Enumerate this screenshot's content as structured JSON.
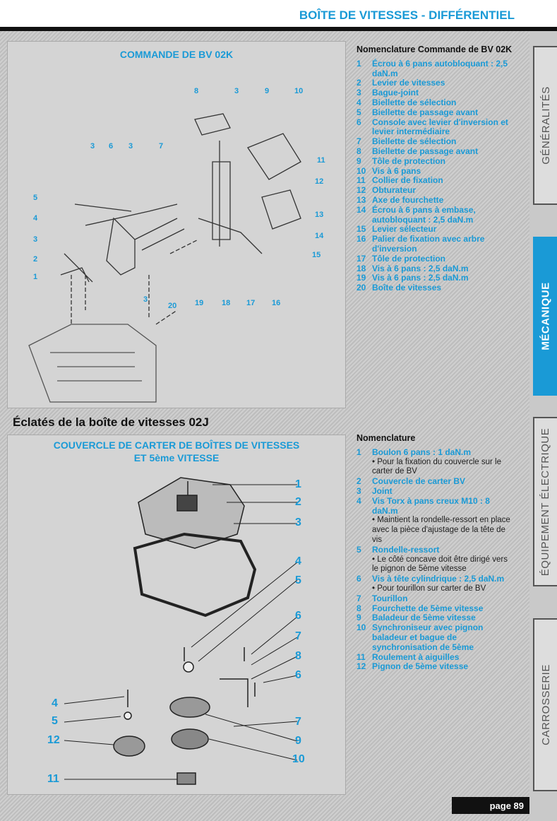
{
  "header": {
    "title": "BOÎTE DE VITESSES - DIFFÉRENTIEL"
  },
  "diagram1": {
    "title": "COMMANDE DE BV 02K",
    "callouts": [
      "8",
      "3",
      "9",
      "10",
      "11",
      "12",
      "13",
      "14",
      "15",
      "16",
      "17",
      "18",
      "19",
      "20",
      "3",
      "1",
      "2",
      "3",
      "4",
      "5",
      "3",
      "6",
      "3",
      "7"
    ]
  },
  "section2": {
    "heading": "Éclatés de la boîte de vitesses 02J"
  },
  "diagram2": {
    "title_line1": "COUVERCLE DE CARTER DE BOÎTES DE VITESSES",
    "title_line2": "ET 5ème VITESSE",
    "callouts": [
      "1",
      "2",
      "3",
      "4",
      "5",
      "6",
      "7",
      "8",
      "6",
      "7",
      "9",
      "10",
      "4",
      "5",
      "12",
      "11"
    ]
  },
  "nomenclature1": {
    "heading": "Nomenclature Commande de BV 02K",
    "items": [
      {
        "n": "1",
        "t": "Écrou à 6 pans autobloquant : 2,5 daN.m"
      },
      {
        "n": "2",
        "t": "Levier de vitesses"
      },
      {
        "n": "3",
        "t": "Bague-joint"
      },
      {
        "n": "4",
        "t": "Biellette de sélection"
      },
      {
        "n": "5",
        "t": "Biellette de passage avant"
      },
      {
        "n": "6",
        "t": "Console avec levier d'inversion et levier intermédiaire"
      },
      {
        "n": "7",
        "t": "Biellette de sélection"
      },
      {
        "n": "8",
        "t": "Biellette de passage avant"
      },
      {
        "n": "9",
        "t": "Tôle de protection"
      },
      {
        "n": "10",
        "t": "Vis à 6 pans"
      },
      {
        "n": "11",
        "t": "Collier de fixation"
      },
      {
        "n": "12",
        "t": "Obturateur"
      },
      {
        "n": "13",
        "t": "Axe de fourchette"
      },
      {
        "n": "14",
        "t": "Écrou à 6 pans à embase, autobloquant : 2,5 daN.m"
      },
      {
        "n": "15",
        "t": "Levier sélecteur"
      },
      {
        "n": "16",
        "t": "Palier de fixation avec arbre d'inversion"
      },
      {
        "n": "17",
        "t": "Tôle de protection"
      },
      {
        "n": "18",
        "t": "Vis à 6 pans : 2,5 daN.m"
      },
      {
        "n": "19",
        "t": "Vis à 6 pans : 2,5 daN.m"
      },
      {
        "n": "20",
        "t": "Boîte de vitesses"
      }
    ]
  },
  "nomenclature2": {
    "heading": "Nomenclature",
    "items": [
      {
        "n": "1",
        "t": "Boulon 6 pans : 1 daN.m",
        "sub": "• Pour la fixation du couvercle sur le carter de BV"
      },
      {
        "n": "2",
        "t": "Couvercle de carter BV"
      },
      {
        "n": "3",
        "t": "Joint"
      },
      {
        "n": "4",
        "t": "Vis Torx à pans creux M10 : 8 daN.m",
        "sub": "• Maintient la rondelle-ressort en place avec la pièce d'ajustage de la tête de vis"
      },
      {
        "n": "5",
        "t": "Rondelle-ressort",
        "sub": "• Le côté concave doit être dirigé vers le pignon de 5ème vitesse"
      },
      {
        "n": "6",
        "t": "Vis à tête cylindrique : 2,5 daN.m",
        "sub": "• Pour tourillon sur carter de BV"
      },
      {
        "n": "7",
        "t": "Tourillon"
      },
      {
        "n": "8",
        "t": "Fourchette de 5ème vitesse"
      },
      {
        "n": "9",
        "t": "Baladeur de 5ème vitesse"
      },
      {
        "n": "10",
        "t": "Synchroniseur avec pignon baladeur et bague de synchronisation de 5ème"
      },
      {
        "n": "11",
        "t": "Roulement à aiguilles"
      },
      {
        "n": "12",
        "t": "Pignon de 5ème vitesse"
      }
    ]
  },
  "tabs": [
    "GÉNÉRALITÉS",
    "MÉCANIQUE",
    "ÉQUIPEMENT ÉLECTRIQUE",
    "CARROSSERIE"
  ],
  "footer": {
    "page": "page 89"
  },
  "colors": {
    "accent": "#1a9ad6"
  }
}
